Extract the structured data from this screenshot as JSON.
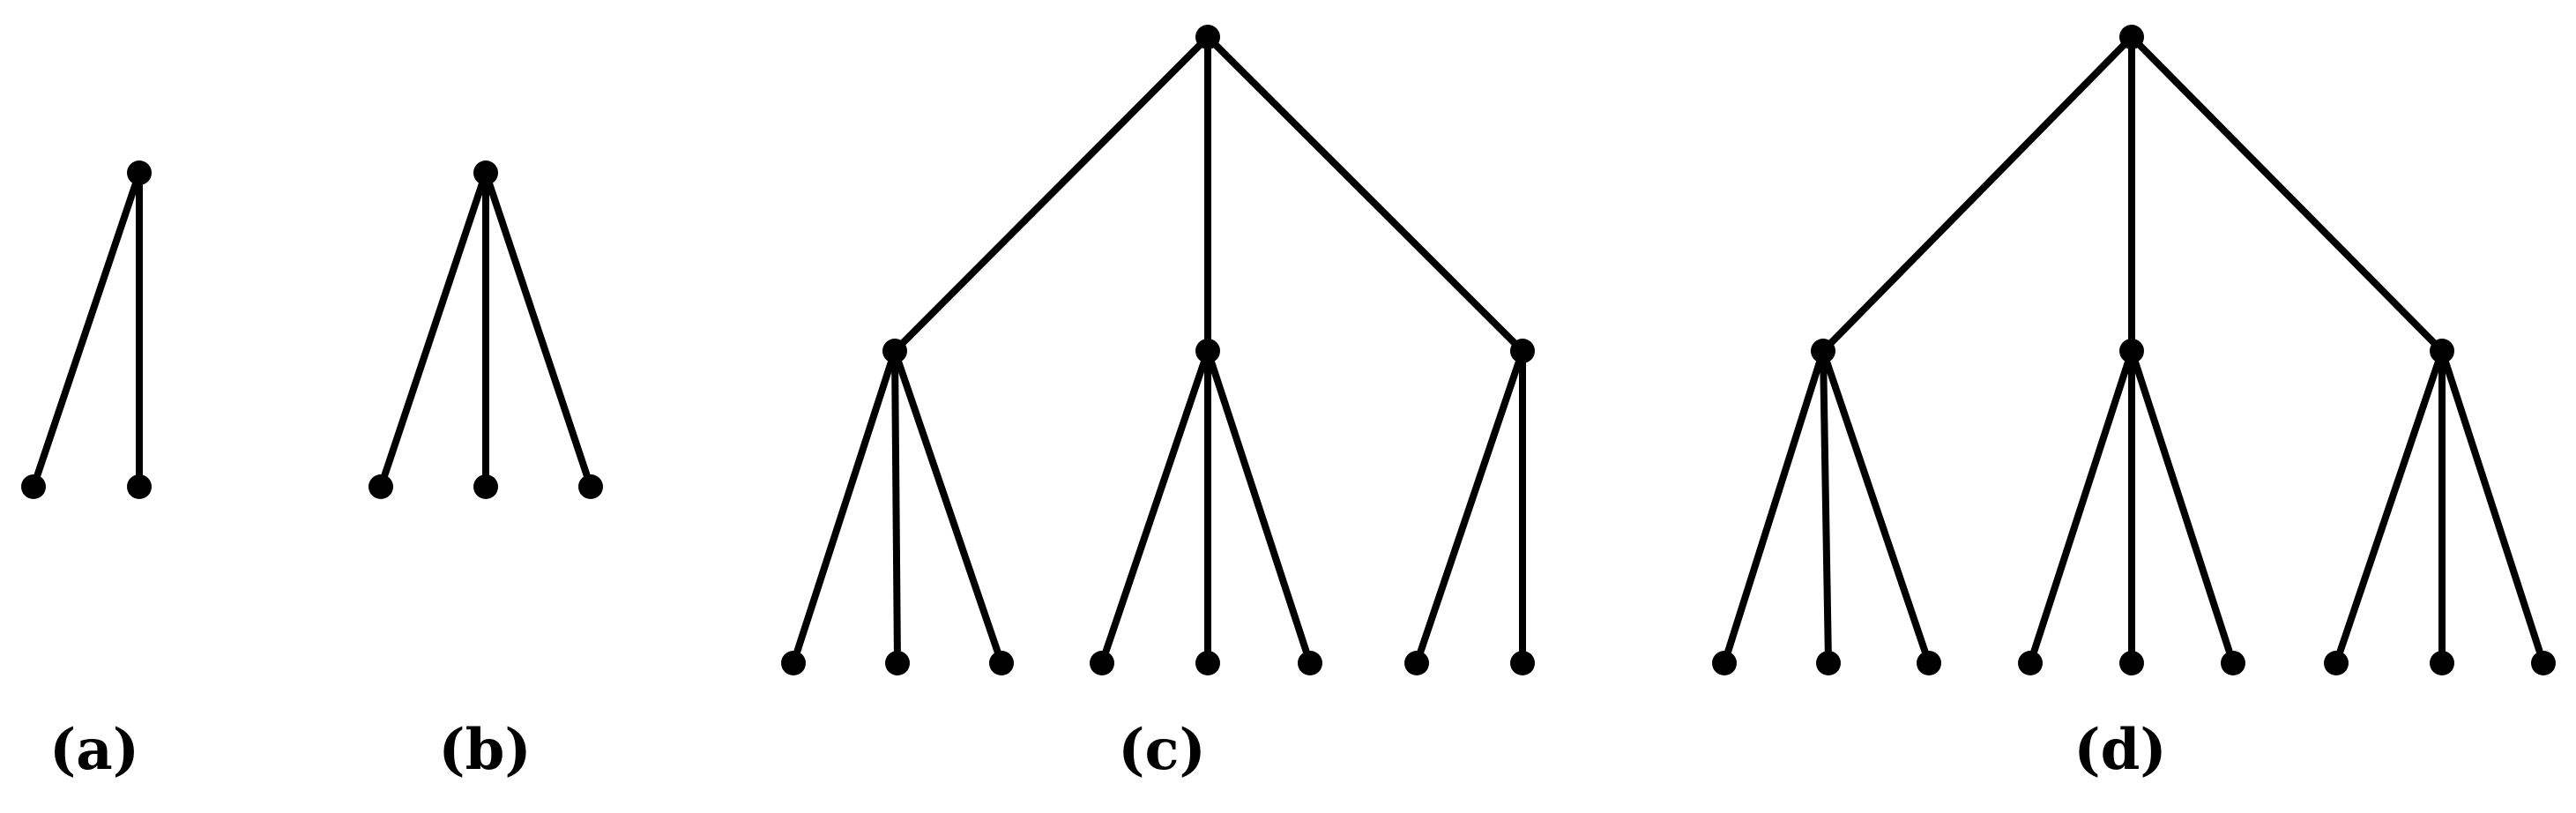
{
  "diagram": {
    "trees": [
      {
        "id": "a",
        "caption": "(a)",
        "nodes": [
          "root",
          "c1",
          "c2"
        ],
        "edges": [
          [
            "root",
            "c1"
          ],
          [
            "root",
            "c2"
          ]
        ]
      },
      {
        "id": "b",
        "caption": "(b)",
        "nodes": [
          "root",
          "c1",
          "c2",
          "c3"
        ],
        "edges": [
          [
            "root",
            "c1"
          ],
          [
            "root",
            "c2"
          ],
          [
            "root",
            "c3"
          ]
        ]
      },
      {
        "id": "c",
        "caption": "(c)",
        "nodes": [
          "root",
          "m1",
          "m2",
          "m3",
          "l1",
          "l2",
          "l3",
          "l4",
          "l5",
          "l6",
          "l7",
          "l8"
        ],
        "edges": [
          [
            "root",
            "m1"
          ],
          [
            "root",
            "m2"
          ],
          [
            "root",
            "m3"
          ],
          [
            "m1",
            "l1"
          ],
          [
            "m1",
            "l2"
          ],
          [
            "m1",
            "l3"
          ],
          [
            "m2",
            "l4"
          ],
          [
            "m2",
            "l5"
          ],
          [
            "m2",
            "l6"
          ],
          [
            "m3",
            "l7"
          ],
          [
            "m3",
            "l8"
          ]
        ]
      },
      {
        "id": "d",
        "caption": "(d)",
        "nodes": [
          "root",
          "m1",
          "m2",
          "m3",
          "l1",
          "l2",
          "l3",
          "l4",
          "l5",
          "l6",
          "l7",
          "l8",
          "l9"
        ],
        "edges": [
          [
            "root",
            "m1"
          ],
          [
            "root",
            "m2"
          ],
          [
            "root",
            "m3"
          ],
          [
            "m1",
            "l1"
          ],
          [
            "m1",
            "l2"
          ],
          [
            "m1",
            "l3"
          ],
          [
            "m2",
            "l4"
          ],
          [
            "m2",
            "l5"
          ],
          [
            "m2",
            "l6"
          ],
          [
            "m3",
            "l7"
          ],
          [
            "m3",
            "l8"
          ],
          [
            "m3",
            "l9"
          ]
        ]
      }
    ],
    "colors": {
      "ink": "#000000",
      "background": "#ffffff"
    }
  }
}
